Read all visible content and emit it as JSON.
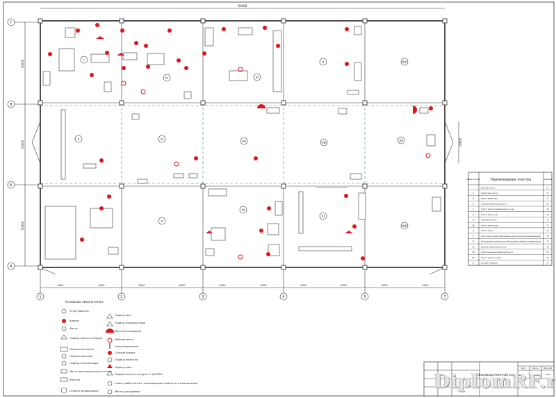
{
  "plan": {
    "overall_dim": "60000",
    "row_labels": [
      "Г",
      "В",
      "Б",
      "А"
    ],
    "col_labels": [
      "1",
      "2",
      "3",
      "4",
      "5",
      "7"
    ],
    "span_dims": [
      "6000",
      "6000",
      "6000",
      "6000",
      "6000",
      "6000",
      "6000",
      "6000",
      "6000",
      "6000"
    ],
    "left_dims": [
      "10000",
      "10000",
      "10000"
    ],
    "right_dim": "10000",
    "zones": [
      "I",
      "II",
      "III",
      "IV",
      "V",
      "VI",
      "VII",
      "VIII",
      "IX",
      "X",
      "XI",
      "XII",
      "XIII",
      "XIV"
    ]
  },
  "table": {
    "col_headers": [
      "Номер участка",
      "Наименование участка",
      "Площадь"
    ],
    "rows": [
      {
        "no": "I",
        "name": "Моечный участок",
        "area": "57"
      },
      {
        "no": "II",
        "name": "Разборочный участок",
        "area": "57"
      },
      {
        "no": "III",
        "name": "Участок дефектовки",
        "area": "57"
      },
      {
        "no": "IV",
        "name": "Слесарно-механический участок",
        "area": "60"
      },
      {
        "no": "V",
        "name": "Участок ремонта гидравлических систем",
        "area": "60"
      },
      {
        "no": "VI",
        "name": "Участок ремонта двс",
        "area": "60"
      },
      {
        "no": "VII",
        "name": "Топливный участок",
        "area": "76"
      },
      {
        "no": "VIII",
        "name": "Участок ремонта рам",
        "area": "57"
      },
      {
        "no": "IX",
        "name": "Участок сборки",
        "area": "60"
      },
      {
        "no": "X",
        "name": "Участок ремонта электрооборудования, аккумуляторный и вулканизационный",
        "area": "76"
      },
      {
        "no": "XI",
        "name": "Участок ремонта технологического оборудования и приборов, инструментальная",
        "area": "76"
      },
      {
        "no": "XII",
        "name": "Кузнечно-термический участок",
        "area": "62"
      },
      {
        "no": "XIII",
        "name": "Испытательно-регулировочный участок",
        "area": "62"
      },
      {
        "no": "XIV",
        "name": "Участок окраски и сушки",
        "area": "62"
      },
      {
        "no": "XV",
        "name": "Бытовые помещения",
        "area": "57"
      }
    ]
  },
  "legend": {
    "title": "Условные обозначения",
    "left": [
      "Огнетушитель",
      "Кирпич",
      "Масло",
      "Подвод сжатого воздуха",
      "Поворотная плита",
      "Поворотный кран",
      "Подвод горячей воды",
      "Место вентиляционных отсосов",
      "Верстак",
      "Отвод в канализацию"
    ],
    "right": [
      "Подвод газа",
      "Подвод холодной воды",
      "Местное освещение",
      "Рабочее место",
      "Электроприемник",
      "Сжатый воздух",
      "Подвод эмульсии",
      "Подвод пара",
      "Подвод сжатого воздуха Р=0,6 МПа",
      "Слив отработанной и охлаждающей жидкости в канализацию",
      "Место для курения"
    ]
  },
  "stamp": {
    "caption": "Производственный корпус",
    "cells": [
      "Лист",
      "Масса",
      "Масштаб",
      "1:200"
    ]
  },
  "watermark": "DiplomRF.ru",
  "colors": {
    "accent": "#e0141b",
    "grid": "#2c9a4a",
    "lines": "#222222"
  }
}
